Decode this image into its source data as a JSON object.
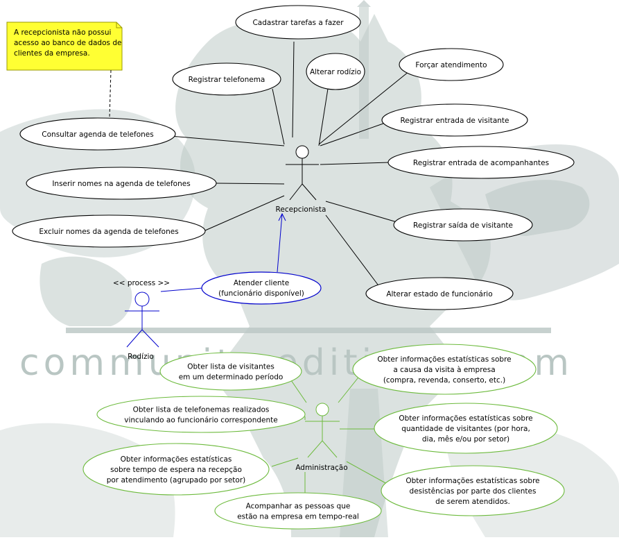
{
  "watermark": {
    "text": "community edition  comm",
    "color": "#b9c6c3"
  },
  "colors": {
    "black_line": "#000000",
    "blue_line": "#0000cc",
    "green_line": "#6cba3c",
    "note_fill": "#ffff33",
    "note_border": "#999900"
  },
  "note": {
    "lines": [
      "A recepcionista não possui",
      "acesso ao banco de dados de",
      "clientes da empresa."
    ]
  },
  "actors": {
    "recepcionista": "Recepcionista",
    "rodizio": "Rodízio",
    "rodizio_stereotype": "<< process >>",
    "administracao": "Administração"
  },
  "recepcionista_use_cases": [
    {
      "key": "cadastrar",
      "lines": [
        "Cadastrar tarefas a fazer"
      ]
    },
    {
      "key": "registrar-telefonema",
      "lines": [
        "Registrar telefonema"
      ]
    },
    {
      "key": "alterar-rodizio",
      "lines": [
        "Alterar rodízio"
      ]
    },
    {
      "key": "forcar-atendimento",
      "lines": [
        "Forçar atendimento"
      ]
    },
    {
      "key": "consultar-agenda",
      "lines": [
        "Consultar agenda de telefones"
      ]
    },
    {
      "key": "registrar-entrada-visitante",
      "lines": [
        "Registrar entrada de visitante"
      ]
    },
    {
      "key": "registrar-entrada-acompanhantes",
      "lines": [
        "Registrar entrada de acompanhantes"
      ]
    },
    {
      "key": "inserir-nomes",
      "lines": [
        "Inserir nomes na agenda de telefones"
      ]
    },
    {
      "key": "excluir-nomes",
      "lines": [
        "Excluir nomes da agenda de telefones"
      ]
    },
    {
      "key": "registrar-saida-visitante",
      "lines": [
        "Registrar saída de visitante"
      ]
    },
    {
      "key": "alterar-estado",
      "lines": [
        "Alterar estado de funcionário"
      ]
    }
  ],
  "atender_cliente": {
    "lines": [
      "Atender cliente",
      "(funcionário disponível)"
    ]
  },
  "administracao_use_cases": [
    {
      "key": "lista-visitantes",
      "lines": [
        "Obter lista de visitantes",
        "em um determinado período"
      ]
    },
    {
      "key": "estat-causa",
      "lines": [
        "Obter informações estatísticas sobre",
        "a causa da visita à empresa",
        "(compra, revenda, conserto, etc.)"
      ]
    },
    {
      "key": "lista-telefonemas",
      "lines": [
        "Obter lista de telefonemas realizados",
        "vinculando ao funcionário correspondente"
      ]
    },
    {
      "key": "estat-quantidade",
      "lines": [
        "Obter informações estatísticas sobre",
        "quantidade de visitantes (por hora,",
        "dia, mês e/ou por setor)"
      ]
    },
    {
      "key": "estat-espera",
      "lines": [
        "Obter informações estatísticas",
        "sobre tempo de espera na recepção",
        "por atendimento (agrupado por setor)"
      ]
    },
    {
      "key": "estat-desistencias",
      "lines": [
        "Obter informações estatísticas sobre",
        "desistências por parte dos clientes",
        "de serem atendidos."
      ]
    },
    {
      "key": "acompanhar",
      "lines": [
        "Acompanhar as pessoas que",
        "estão na empresa em tempo-real"
      ]
    }
  ]
}
